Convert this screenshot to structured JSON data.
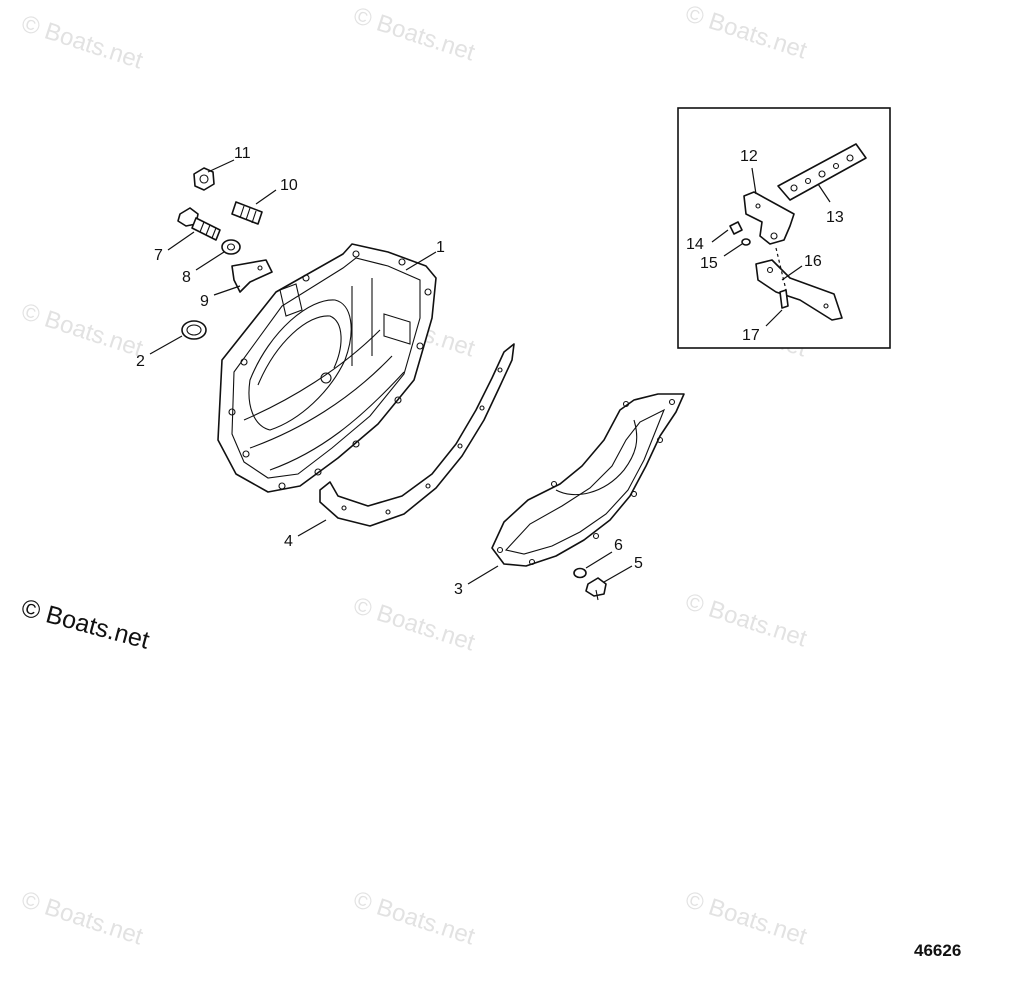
{
  "watermark": {
    "text": "© Boats.net",
    "main_text": "© Boats.net"
  },
  "diagram_number": "46626",
  "callouts": {
    "c1": "1",
    "c2": "2",
    "c3": "3",
    "c4": "4",
    "c5": "5",
    "c6": "6",
    "c7": "7",
    "c8": "8",
    "c9": "9",
    "c10": "10",
    "c11": "11",
    "c12": "12",
    "c13": "13",
    "c14": "14",
    "c15": "15",
    "c16": "16",
    "c17": "17"
  },
  "colors": {
    "line": "#111111",
    "watermark": "#e2e2e2",
    "background": "#ffffff"
  }
}
